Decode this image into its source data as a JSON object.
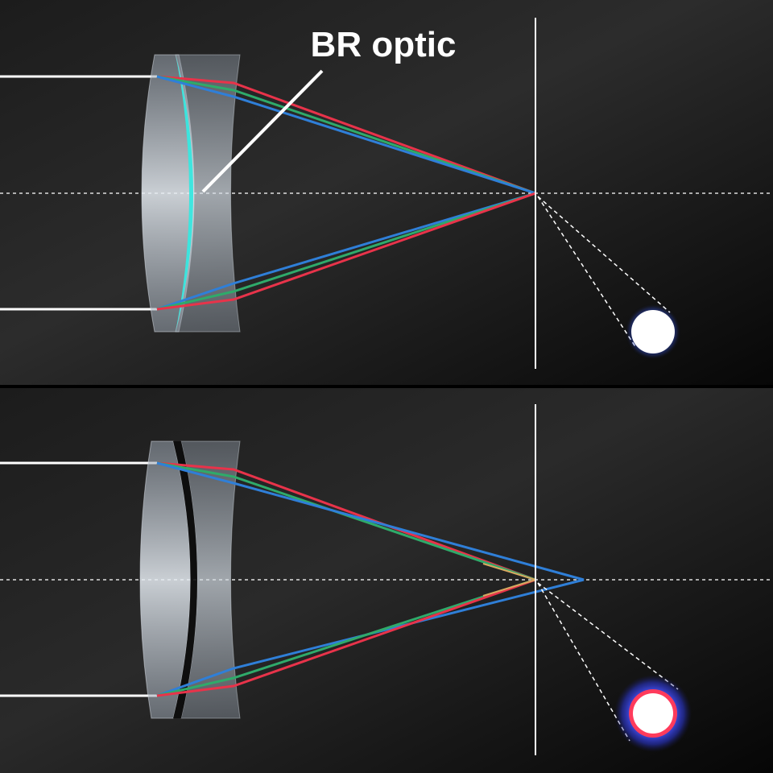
{
  "diagram": {
    "label": "BR optic",
    "colors": {
      "background_top": "#2b2b2b",
      "background_bottom": "#050505",
      "ray_red": "#e8334a",
      "ray_green": "#2faa6a",
      "ray_blue": "#2f7fd8",
      "br_element": "#38e8e0",
      "glass": "#c8d4e0",
      "white": "#ffffff",
      "spot_halo": "#3a45d8",
      "spot_ring": "#ff3b5c"
    },
    "panels": [
      {
        "name": "with-br-optic",
        "focus": "converged",
        "spot": "sharp"
      },
      {
        "name": "without-br-optic",
        "focus": "blue-offset",
        "spot": "blue-halo"
      }
    ]
  }
}
